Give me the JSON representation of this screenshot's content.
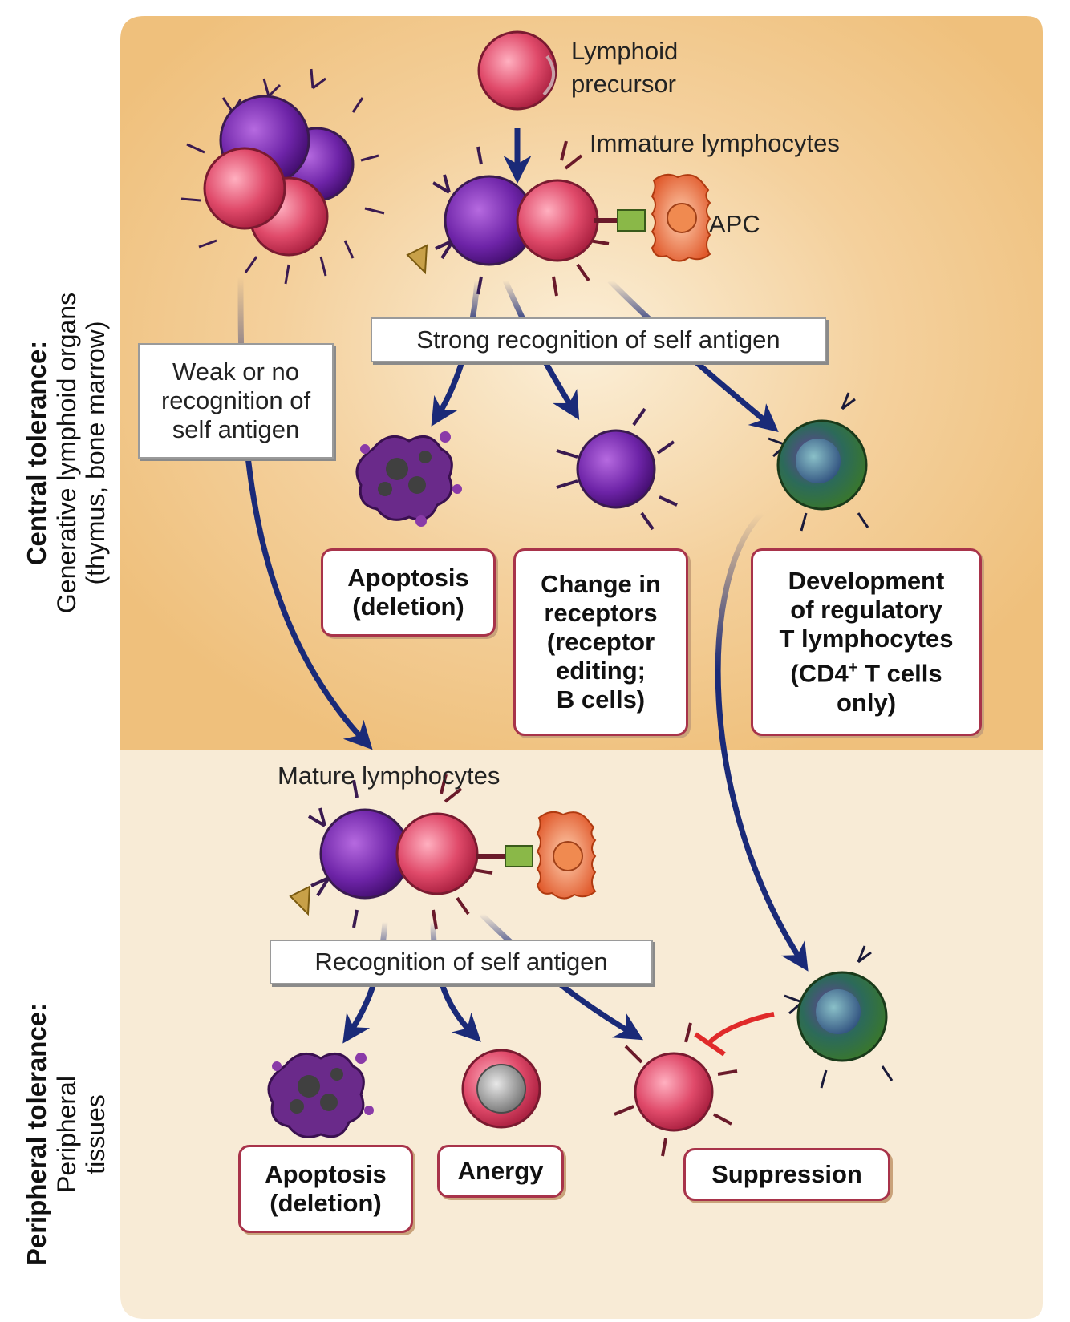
{
  "side_labels": {
    "central_title": "Central tolerance:",
    "central_sub1": "Generative lymphoid organs",
    "central_sub2": "(thymus, bone marrow)",
    "peripheral_title": "Peripheral tolerance:",
    "peripheral_sub1": "Peripheral",
    "peripheral_sub2": "tissues"
  },
  "labels": {
    "lymphoid_precursor_line1": "Lymphoid",
    "lymphoid_precursor_line2": "precursor",
    "immature": "Immature lymphocytes",
    "apc": "APC",
    "mature": "Mature lymphocytes"
  },
  "recognition": {
    "weak": "Weak or no\nrecognition of\nself antigen",
    "strong": "Strong recognition of self antigen",
    "peripheral": "Recognition of self antigen"
  },
  "outcomes": {
    "central_apoptosis": "Apoptosis\n(deletion)",
    "receptor_editing": "Change in\nreceptors\n(receptor\nediting;\nB cells)",
    "treg_development_pre": "Development\nof regulatory\nT lymphocytes\n(CD4",
    "treg_sup": "+",
    "treg_development_post": " T cells\nonly)",
    "peripheral_apoptosis": "Apoptosis\n(deletion)",
    "anergy": "Anergy",
    "suppression": "Suppression"
  },
  "colors": {
    "central_region": "#f0c585",
    "peripheral_region": "#f8ebd6",
    "arrow": "#1a2a78",
    "outcome_border": "#a8334a",
    "inhibition": "#e02a2a"
  }
}
